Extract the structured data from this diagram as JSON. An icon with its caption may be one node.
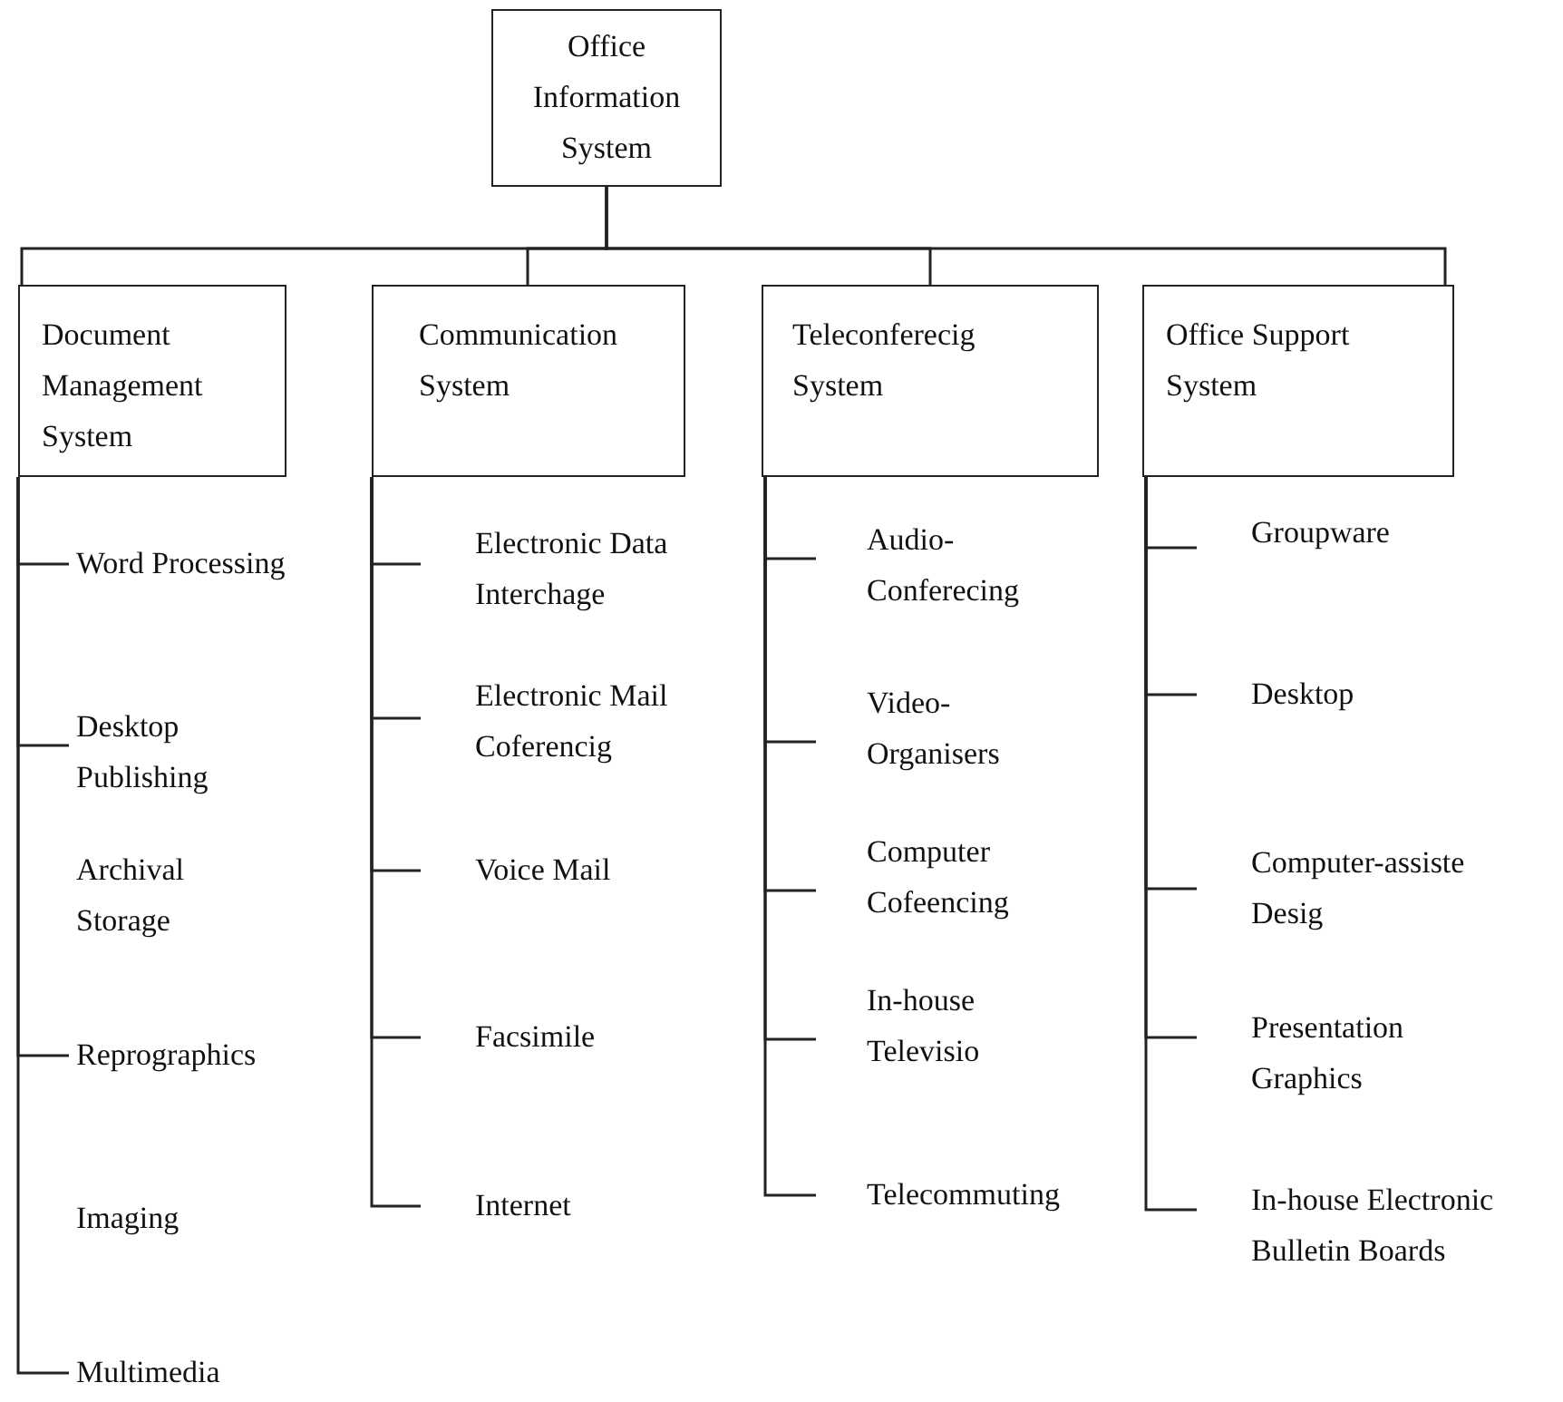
{
  "diagram": {
    "nodes": [
      {
        "text": [
          "Office Information System"
        ]
      },
      {
        "text": [
          "Document Management System"
        ]
      },
      {
        "text": [
          "Communication System"
        ]
      },
      {
        "text": [
          "Teleconferecig System"
        ]
      },
      {
        "text": [
          "Office Support System"
        ]
      },
      {
        "text": [
          "Word Processing"
        ]
      },
      {
        "text": [
          "Desktop Publishing"
        ]
      },
      {
        "text": [
          "Reprographics"
        ]
      },
      {
        "text": [
          "Multimedia"
        ]
      },
      {
        "text": [
          "Electronic Data Interchage"
        ]
      },
      {
        "text": [
          "Electronic Mail Coferencig"
        ]
      },
      {
        "text": [
          "Voice Mail"
        ]
      },
      {
        "text": [
          "Facsimile"
        ]
      },
      {
        "text": [
          "Internet"
        ]
      },
      {
        "text": [
          "Audio- Conferecing"
        ]
      },
      {
        "text": [
          "Video- Organisers"
        ]
      },
      {
        "text": [
          "Computer Cofeencing"
        ]
      },
      {
        "text": [
          "In-house Televisio"
        ]
      },
      {
        "text": [
          "Telecommuting"
        ]
      },
      {
        "text": [
          "Groupware"
        ]
      },
      {
        "text": [
          "Desktop"
        ]
      },
      {
        "text": [
          "Computer-assiste Desig"
        ]
      },
      {
        "text": [
          "Presentation Graphics"
        ]
      },
      {
        "text": [
          "In-house Electronic Bulletin Boards"
        ]
      }
    ],
    "edges": [
      {
        "from": 0,
        "to": 1,
        "arrow": "none"
      },
      {
        "from": 0,
        "to": 2,
        "arrow": "none"
      },
      {
        "from": 0,
        "to": 3,
        "arrow": "none"
      },
      {
        "from": 0,
        "to": 4,
        "arrow": "none"
      },
      {
        "from": 1,
        "to": 5,
        "arrow": "none"
      },
      {
        "from": 1,
        "to": 6,
        "arrow": "none"
      },
      {
        "from": 1,
        "to": 7,
        "arrow": "none"
      },
      {
        "from": 1,
        "to": 8,
        "arrow": "none"
      },
      {
        "from": 2,
        "to": 9,
        "arrow": "none"
      },
      {
        "from": 2,
        "to": 10,
        "arrow": "none"
      },
      {
        "from": 2,
        "to": 11,
        "arrow": "none"
      },
      {
        "from": 2,
        "to": 12,
        "arrow": "none"
      },
      {
        "from": 2,
        "to": 13,
        "arrow": "none"
      },
      {
        "from": 3,
        "to": 14,
        "arrow": "none"
      },
      {
        "from": 3,
        "to": 15,
        "arrow": "none"
      },
      {
        "from": 3,
        "to": 16,
        "arrow": "none"
      },
      {
        "from": 3,
        "to": 17,
        "arrow": "none"
      },
      {
        "from": 3,
        "to": 18,
        "arrow": "none"
      },
      {
        "from": 4,
        "to": 19,
        "arrow": "none"
      },
      {
        "from": 4,
        "to": 20,
        "arrow": "none"
      },
      {
        "from": 4,
        "to": 21,
        "arrow": "none"
      },
      {
        "from": 4,
        "to": 22,
        "arrow": "none"
      },
      {
        "from": 4,
        "to": 23,
        "arrow": "none"
      }
    ],
    "labels": [
      "Archival Storage",
      "Imaging"
    ]
  }
}
